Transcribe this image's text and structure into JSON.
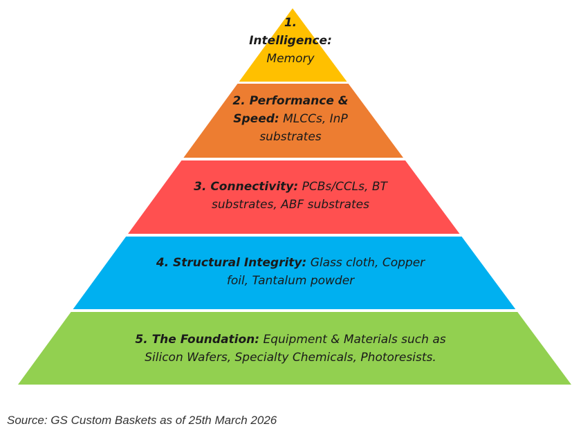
{
  "tiers": [
    {
      "lines": [
        [
          {
            "text": "1.",
            "bold": true
          }
        ],
        [
          {
            "text": "Intelligence:",
            "bold": true
          }
        ],
        [
          {
            "text": "Memory",
            "bold": false
          }
        ]
      ],
      "color": "#FFC000"
    },
    {
      "lines": [
        [
          {
            "text": "2. Performance &",
            "bold": true
          }
        ],
        [
          {
            "text": "Speed:",
            "bold": true
          },
          {
            "text": " MLCCs, InP",
            "bold": false
          }
        ],
        [
          {
            "text": "substrates",
            "bold": false
          }
        ]
      ],
      "color": "#ED7D31"
    },
    {
      "lines": [
        [
          {
            "text": "3. Connectivity:",
            "bold": true
          },
          {
            "text": " PCBs/CCLs, BT",
            "bold": false
          }
        ],
        [
          {
            "text": "substrates, ABF substrates",
            "bold": false
          }
        ]
      ],
      "color": "#FF5050"
    },
    {
      "lines": [
        [
          {
            "text": "4. Structural Integrity:",
            "bold": true
          },
          {
            "text": " Glass cloth, Copper",
            "bold": false
          }
        ],
        [
          {
            "text": "foil, Tantalum powder",
            "bold": false
          }
        ]
      ],
      "color": "#00B0F0"
    },
    {
      "lines": [
        [
          {
            "text": "5. The Foundation:",
            "bold": true
          },
          {
            "text": " Equipment & Materials such as",
            "bold": false
          }
        ],
        [
          {
            "text": "Silicon Wafers, Specialty Chemicals, Photoresists.",
            "bold": false
          }
        ]
      ],
      "color": "#92D050"
    }
  ],
  "source": "Source: GS Custom Baskets as of 25th March 2026"
}
